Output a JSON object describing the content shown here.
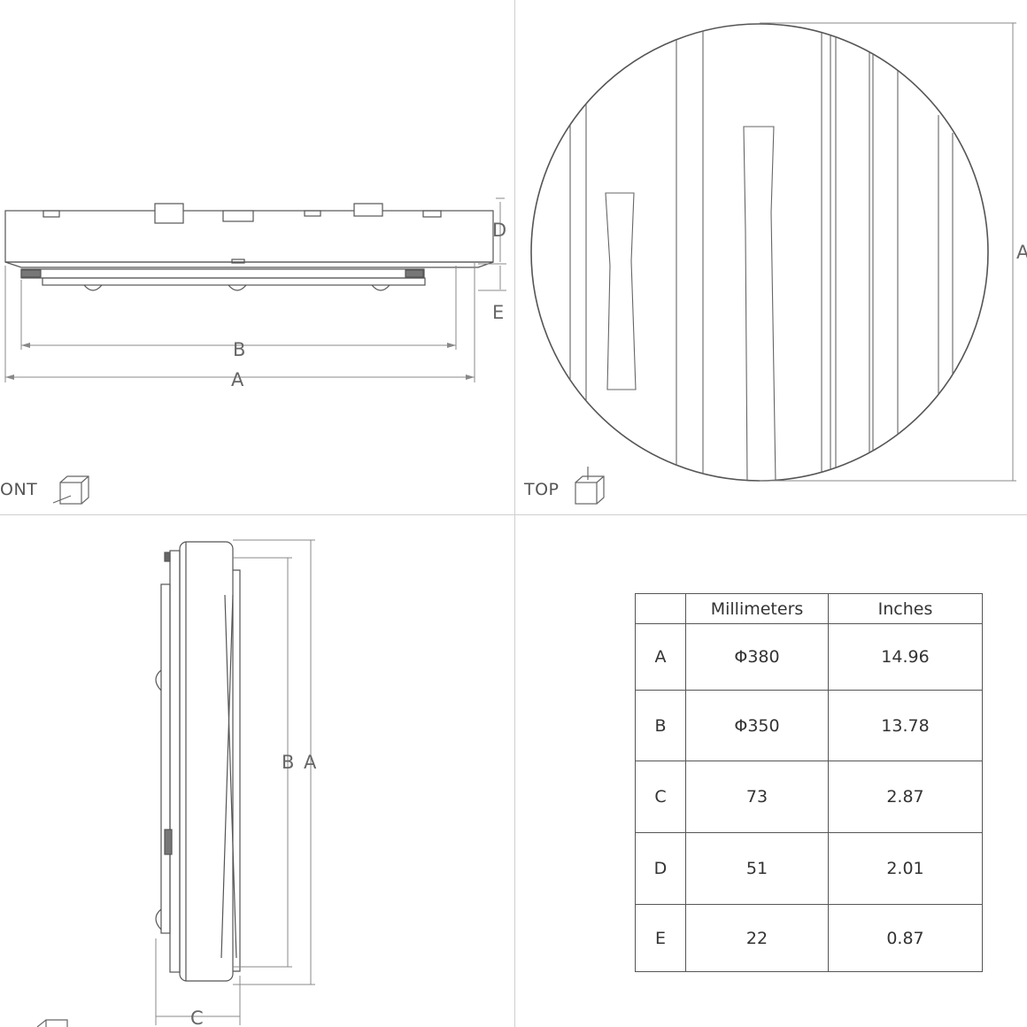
{
  "front": {
    "view_label": "ONT",
    "dim_labels": {
      "a": "A",
      "b": "B",
      "d": "D",
      "e": "E"
    }
  },
  "top": {
    "view_label": "TOP",
    "dim_label_a": "A"
  },
  "side": {
    "dim_labels": {
      "b": "B",
      "a": "A",
      "c": "C"
    }
  },
  "table": {
    "headers": [
      "",
      "Millimeters",
      "Inches"
    ],
    "rows": [
      {
        "label": "A",
        "mm": "Φ380",
        "in": "14.96"
      },
      {
        "label": "B",
        "mm": "Φ350",
        "in": "13.78"
      },
      {
        "label": "C",
        "mm": "73",
        "in": "2.87"
      },
      {
        "label": "D",
        "mm": "51",
        "in": "2.01"
      },
      {
        "label": "E",
        "mm": "22",
        "in": "0.87"
      }
    ]
  }
}
